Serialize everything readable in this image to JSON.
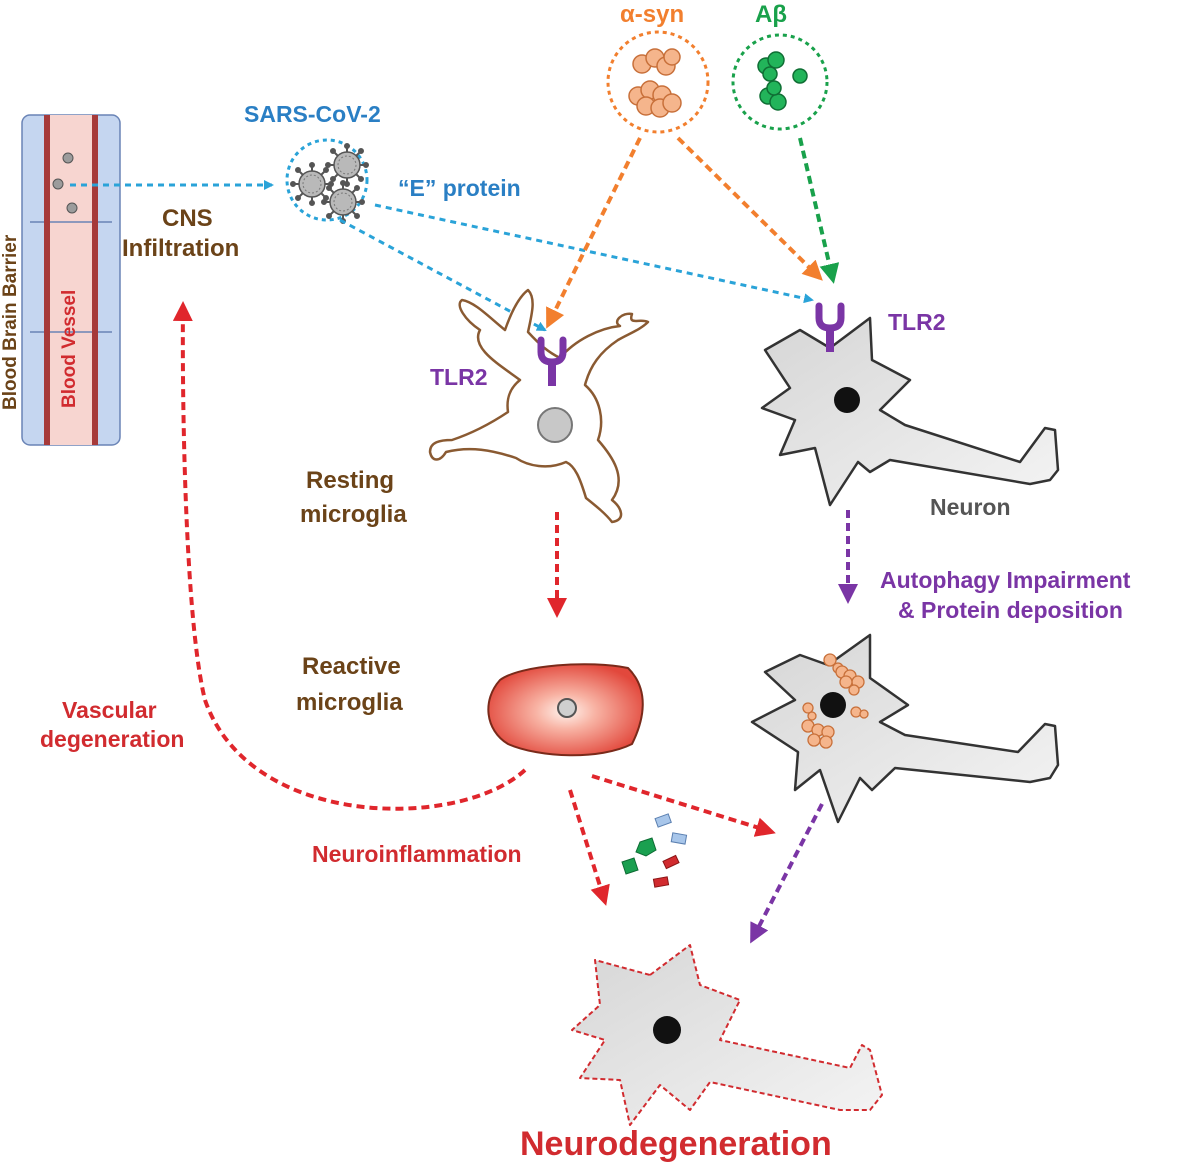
{
  "labels": {
    "blood_brain_barrier": "Blood Brain Barrier",
    "blood_vessel": "Blood Vessel",
    "cns_infiltration_line1": "CNS",
    "cns_infiltration_line2": "Infiltration",
    "sars_cov_2": "SARS-CoV-2",
    "e_protein": "“E” protein",
    "alpha_syn": "α-syn",
    "a_beta": "Aβ",
    "tlr2_microglia": "TLR2",
    "tlr2_neuron": "TLR2",
    "resting_microglia_line1": "Resting",
    "resting_microglia_line2": "microglia",
    "neuron": "Neuron",
    "autophagy_line1": "Autophagy Impairment",
    "autophagy_line2": "& Protein deposition",
    "reactive_microglia_line1": "Reactive",
    "reactive_microglia_line2": "microglia",
    "vascular_degeneration_line1": "Vascular",
    "vascular_degeneration_line2": "degeneration",
    "neuroinflammation": "Neuroinflammation",
    "neurodegeneration": "Neurodegeneration"
  },
  "colors": {
    "brown": "#6b4318",
    "sars_blue": "#2a7fc4",
    "arrow_cyan": "#2aa3d8",
    "alpha_syn_orange": "#f27f2e",
    "a_beta_green": "#19a14b",
    "tlr2_purple": "#7a35a5",
    "inflammation_red": "#d12b2f",
    "neuron_gray": "#e6e6e6"
  }
}
